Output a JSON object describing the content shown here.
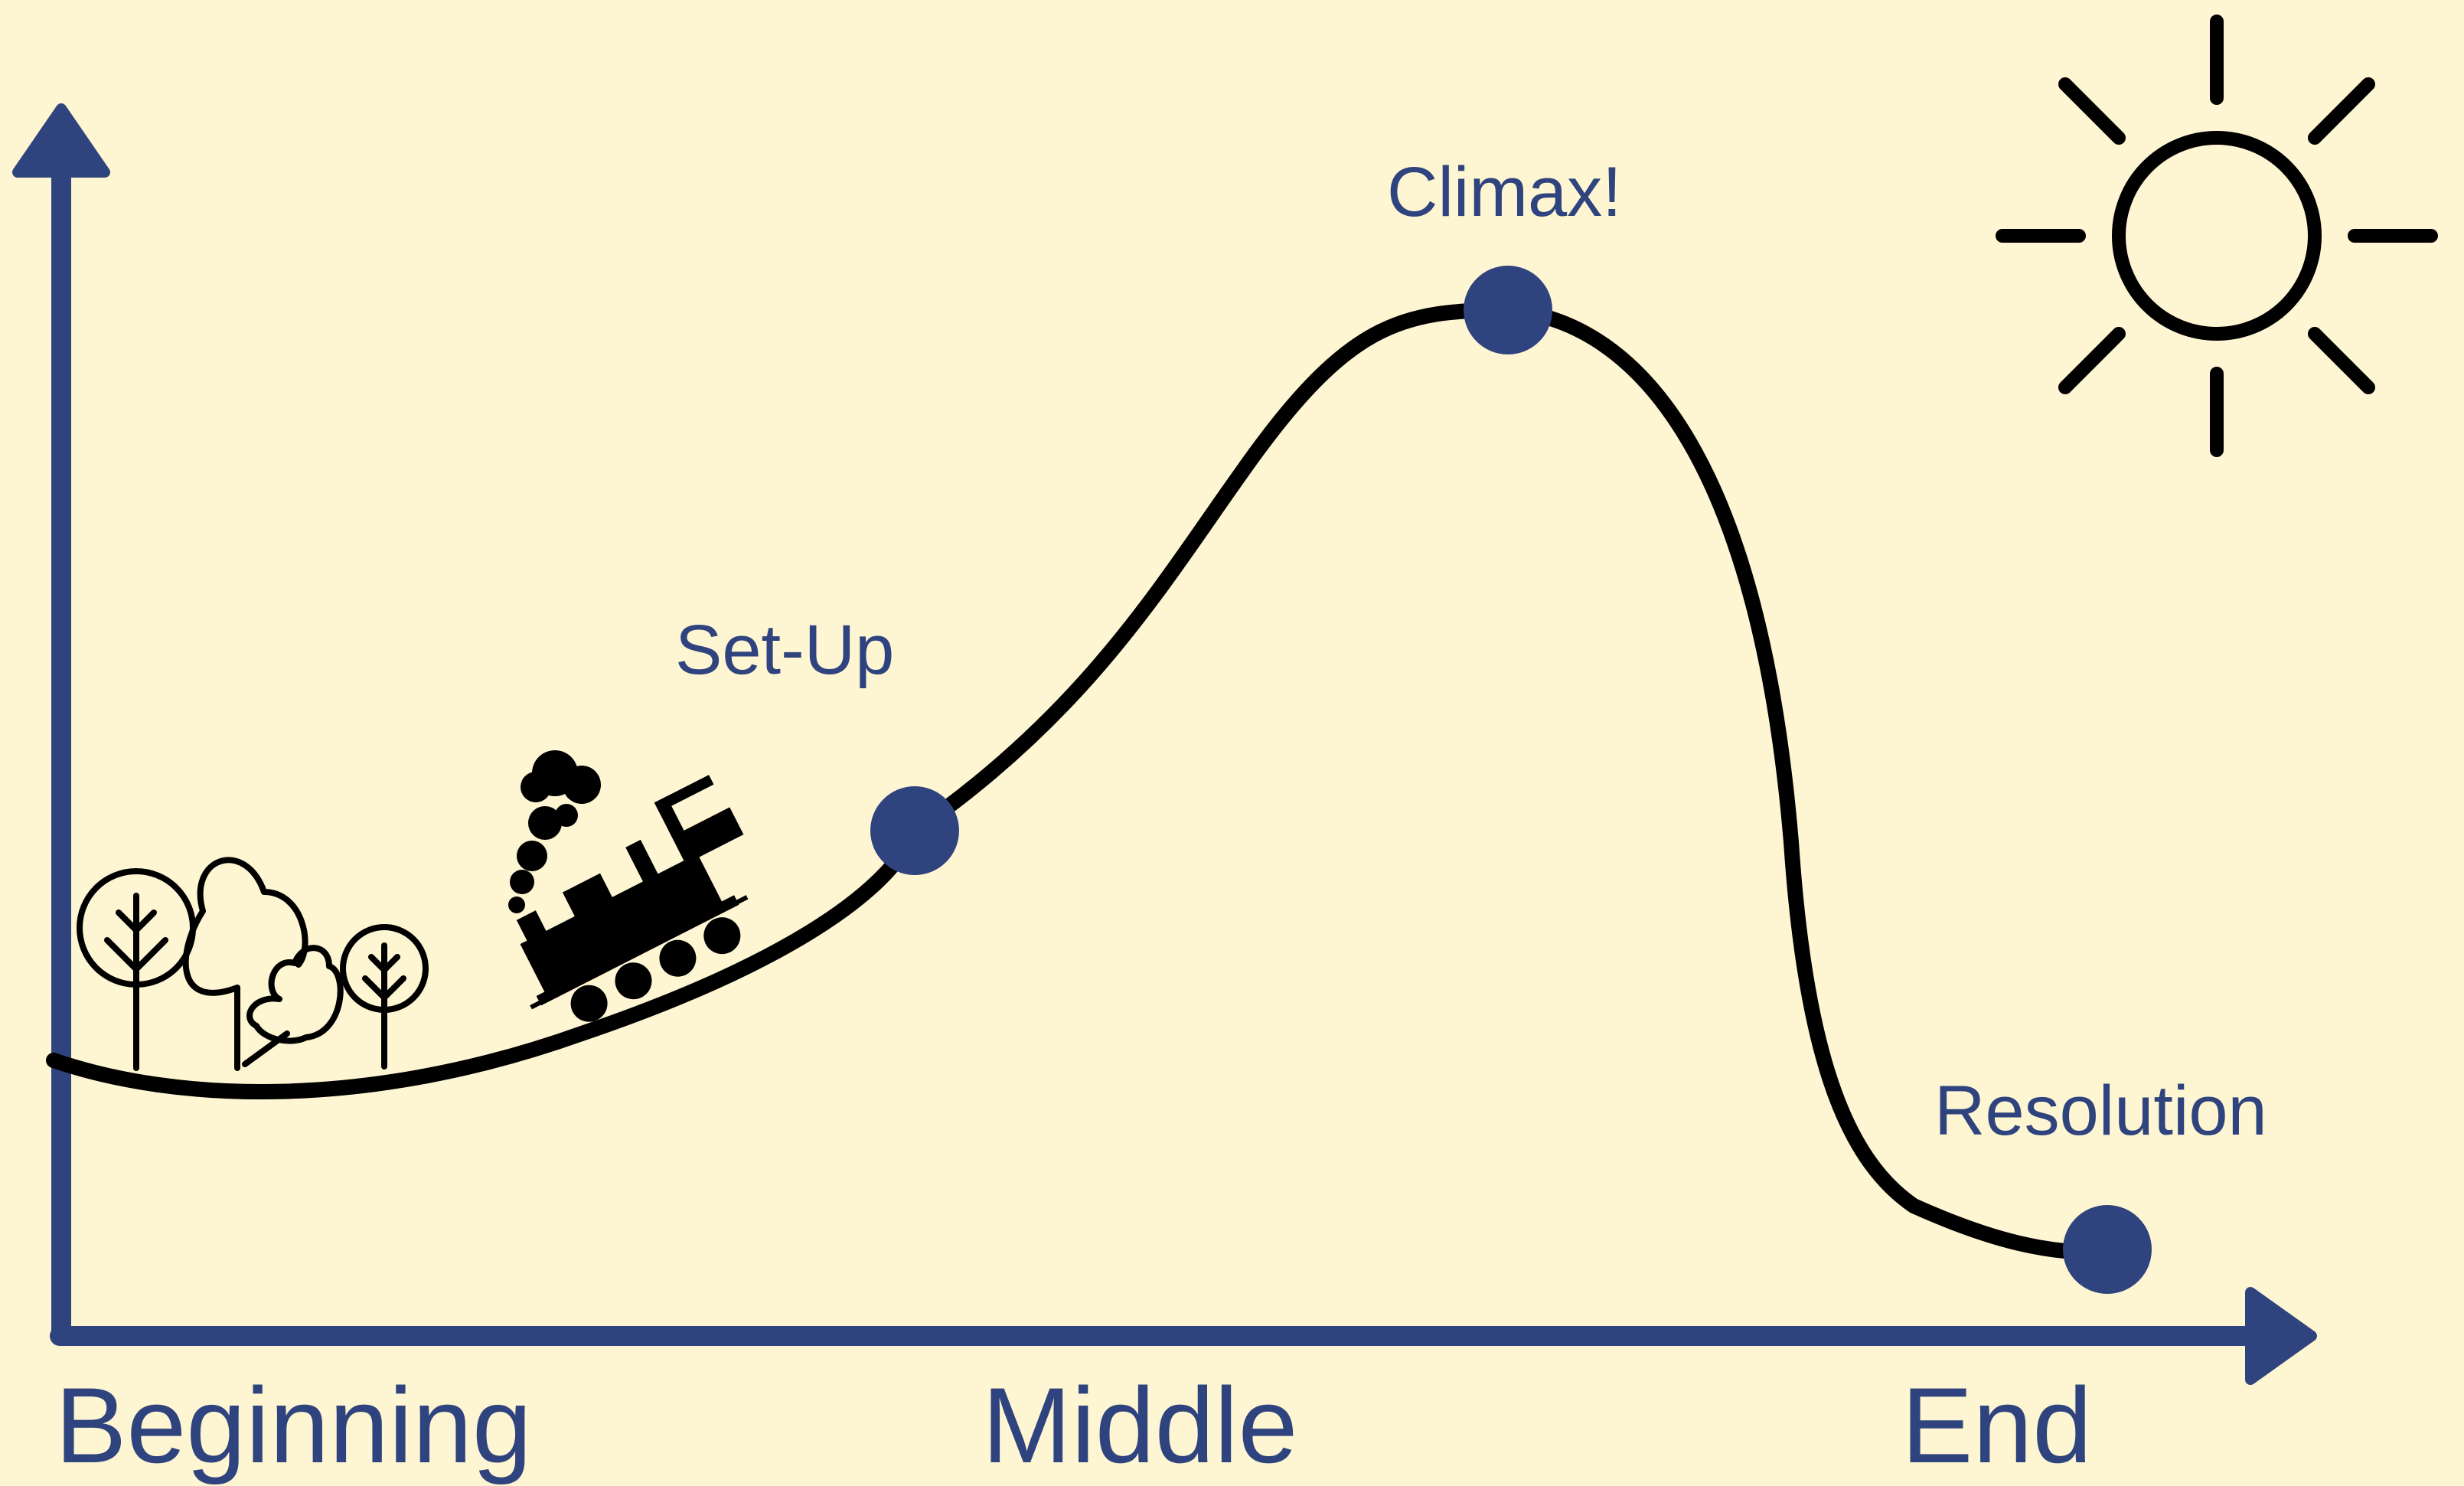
{
  "colors": {
    "background": "#fef5d2",
    "axis": "#2f447e",
    "curve": "#000000",
    "point": "#2f447e",
    "label": "#2f447e"
  },
  "labels": {
    "setup": "Set-Up",
    "climax": "Climax!",
    "resolution": "Resolution",
    "beginning": "Beginning",
    "middle": "Middle",
    "end": "End"
  },
  "icons": [
    "sun-icon",
    "trees-icon",
    "steam-train-icon",
    "y-axis-arrow-icon",
    "x-axis-arrow-icon"
  ]
}
